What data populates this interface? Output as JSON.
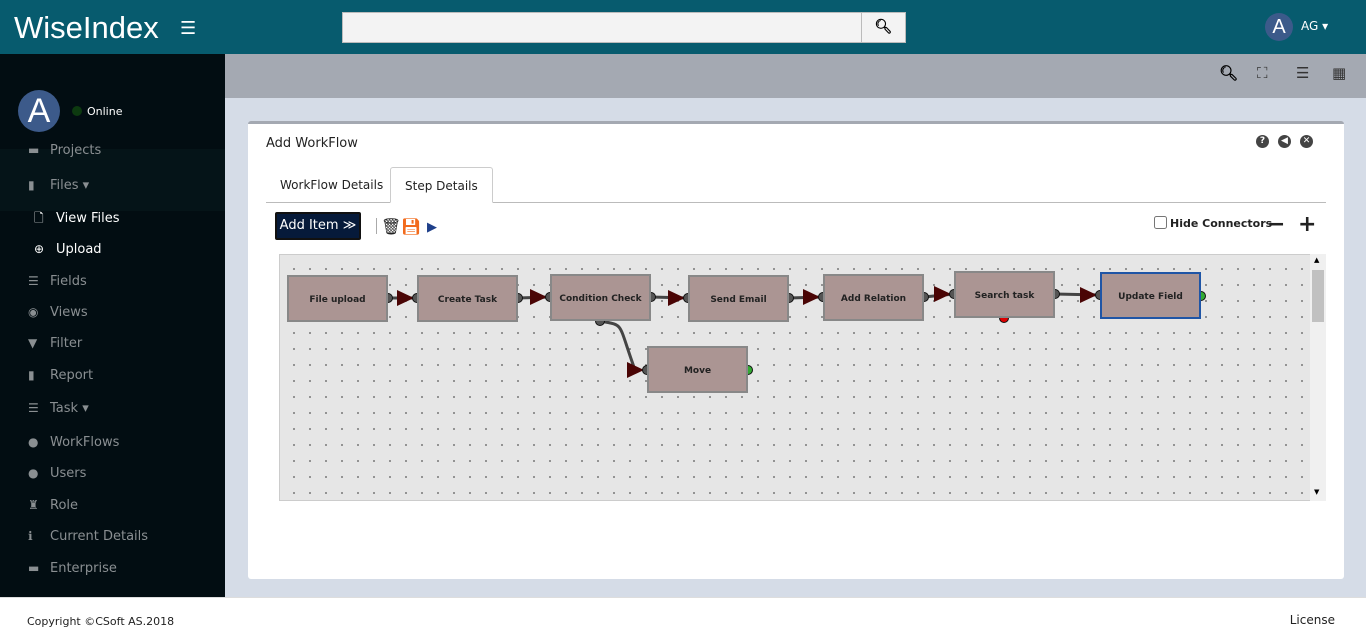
{
  "header": {
    "brand": "WiseIndex",
    "menu_icon": "hamburger-icon",
    "search_placeholder": "",
    "user_initial": "A",
    "user_name": "AG ▾"
  },
  "sidebar": {
    "avatar": "A",
    "status": "Online",
    "items": [
      {
        "label": "Projects",
        "icon": "▬"
      },
      {
        "label": "Files ▾",
        "icon": "▮"
      },
      {
        "label": "View Files",
        "icon": "🗋",
        "sub": true
      },
      {
        "label": "Upload",
        "icon": "⊕",
        "sub": true
      },
      {
        "label": "Fields",
        "icon": "☰"
      },
      {
        "label": "Views",
        "icon": "◉"
      },
      {
        "label": "Filter",
        "icon": "▼"
      },
      {
        "label": "Report",
        "icon": "▮"
      },
      {
        "label": "Task ▾",
        "icon": "☰"
      },
      {
        "label": "WorkFlows",
        "icon": "●"
      },
      {
        "label": "Users",
        "icon": "●"
      },
      {
        "label": "Role",
        "icon": "♜"
      },
      {
        "label": "Current Details",
        "icon": "ℹ"
      },
      {
        "label": "Enterprise",
        "icon": "▬"
      }
    ]
  },
  "panel": {
    "title": "Add WorkFlow",
    "tabs": [
      "WorkFlow Details",
      "Step Details"
    ],
    "active_tab": "Step Details",
    "add_item": "Add Item ≫",
    "hide_connectors": "Hide Connectors",
    "hide_connectors_checked": false
  },
  "workflow": {
    "nodes": [
      "File upload",
      "Create Task",
      "Condition Check",
      "Send Email",
      "Add Relation",
      "Search task",
      "Update Field",
      "Move"
    ],
    "selected": "Update Field"
  },
  "footer": {
    "copyright": "Copyright ©CSoft AS.2018",
    "license": "License"
  }
}
